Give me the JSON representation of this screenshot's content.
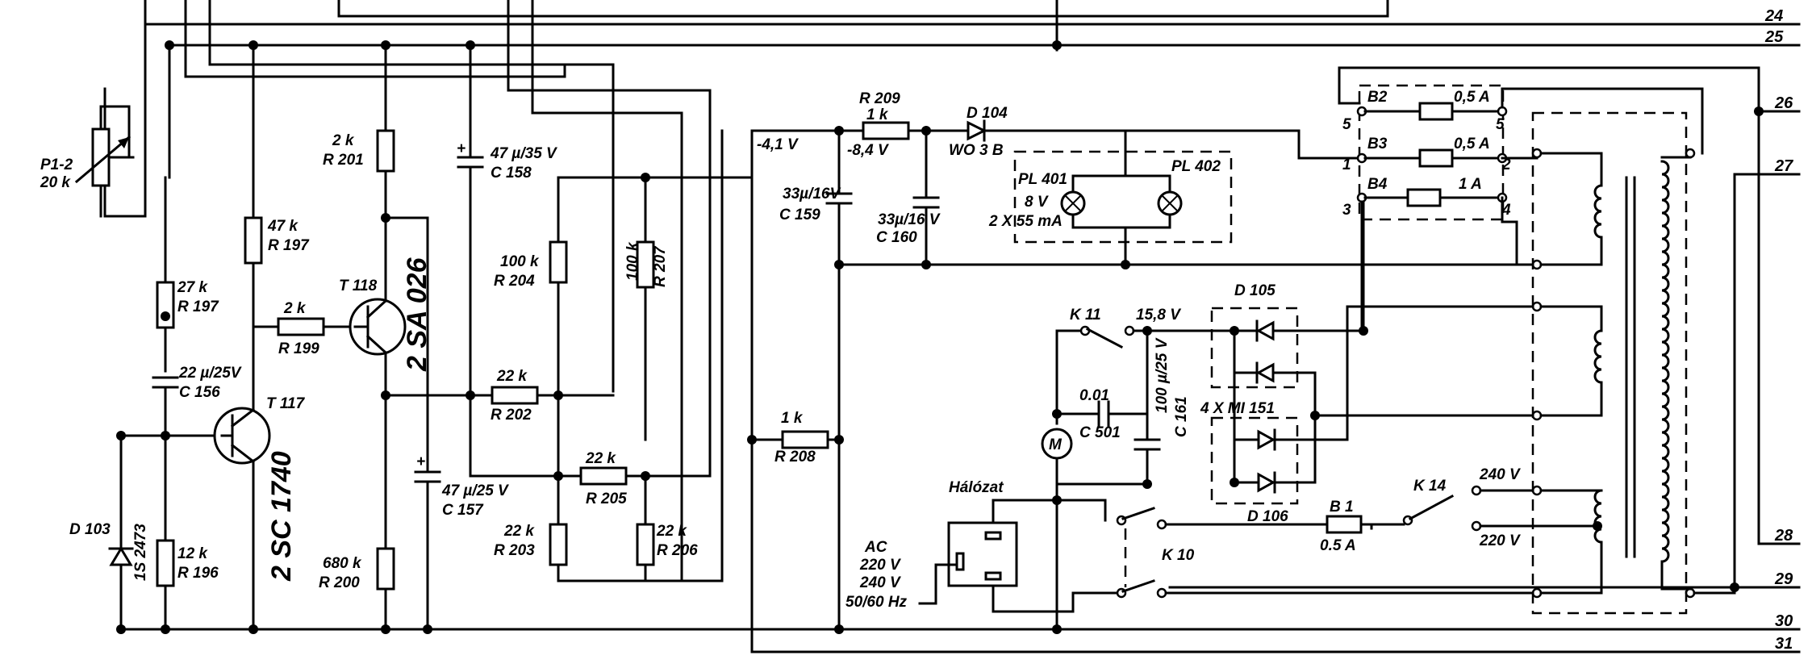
{
  "bus_numbers": [
    "24",
    "25",
    "26",
    "27",
    "28",
    "29",
    "30",
    "31"
  ],
  "voltages": {
    "v_4_1": "-4,1 V",
    "v_8_4": "-8,4 V",
    "v_15_8": "15,8 V"
  },
  "components": {
    "p1_2": {
      "ref": "P1-2",
      "value": "20 k"
    },
    "r197a": {
      "ref": "R 197",
      "value": "27 k"
    },
    "r197b": {
      "ref": "R 197",
      "value": "47 k"
    },
    "c156": {
      "ref": "C 156",
      "value": "22 µ/25V"
    },
    "d103": {
      "ref": "D 103",
      "type": "1S 2473"
    },
    "r196": {
      "ref": "R 196",
      "value": "12 k"
    },
    "t117": {
      "ref": "T 117",
      "type": "2 SC 1740"
    },
    "r199": {
      "ref": "R 199",
      "value": "2 k"
    },
    "t118": {
      "ref": "T 118",
      "type": "2 SA 026"
    },
    "r201": {
      "ref": "R 201",
      "value": "2 k"
    },
    "r200": {
      "ref": "R 200",
      "value": "680 k"
    },
    "c157": {
      "ref": "C 157",
      "value": "47 µ/25 V"
    },
    "c158": {
      "ref": "C 158",
      "value": "47 µ/35 V"
    },
    "r202": {
      "ref": "R 202",
      "value": "22 k"
    },
    "r204": {
      "ref": "R 204",
      "value": "100 k"
    },
    "r207": {
      "ref": "R 207",
      "value": "100 k"
    },
    "r205": {
      "ref": "R 205",
      "value": "22 k"
    },
    "r203": {
      "ref": "R 203",
      "value": "22 k"
    },
    "r206": {
      "ref": "R 206",
      "value": "22 k"
    },
    "r209": {
      "ref": "R 209",
      "value": "1 k"
    },
    "d104": {
      "ref": "D 104",
      "type": "WO 3 B"
    },
    "c159": {
      "ref": "C 159",
      "value": "33µ/16V"
    },
    "c160": {
      "ref": "C 160",
      "value": "33µ/16 V"
    },
    "pl401": {
      "ref": "PL 401",
      "voltage": "8 V",
      "current": "2 X 55 mA"
    },
    "pl402": {
      "ref": "PL 402"
    },
    "r208": {
      "ref": "R 208",
      "value": "1 k"
    },
    "k11": {
      "ref": "K 11"
    },
    "c501": {
      "ref": "C 501",
      "value": "0.01"
    },
    "c161": {
      "ref": "C 161",
      "value": "100 µ/25 V"
    },
    "motor": {
      "ref": "M"
    },
    "d105": {
      "ref": "D 105"
    },
    "d106": {
      "ref": "D 106"
    },
    "bridge": {
      "type": "4 X MI 151"
    },
    "mains": {
      "label": "Hálózat",
      "ac": "AC",
      "v220": "220 V",
      "v240": "240 V",
      "freq": "50/60 Hz"
    },
    "k10": {
      "ref": "K 10"
    },
    "b1": {
      "ref": "B 1",
      "value": "0.5 A"
    },
    "k14": {
      "ref": "K 14",
      "tap240": "240 V",
      "tap220": "220 V"
    },
    "b2": {
      "ref": "B2",
      "value": "0,5 A"
    },
    "b3": {
      "ref": "B3",
      "value": "0,5 A"
    },
    "b4": {
      "ref": "B4",
      "value": "1 A"
    }
  },
  "fuse_block": {
    "pins": [
      "5",
      "5",
      "1",
      "2",
      "3",
      "4"
    ]
  }
}
